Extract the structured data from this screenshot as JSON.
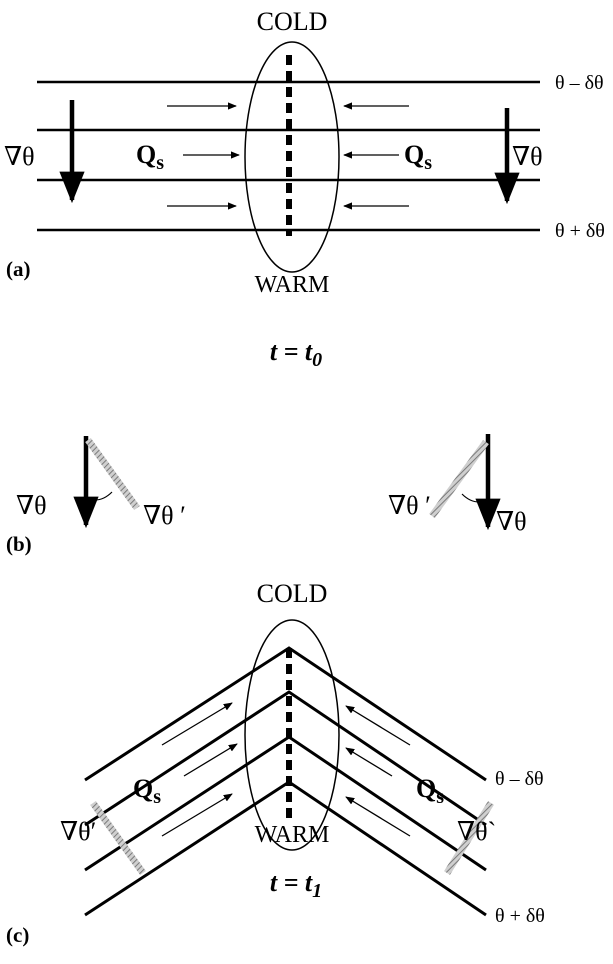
{
  "panels": {
    "a": {
      "label": "(a)",
      "top_label": "COLD",
      "bottom_label": "WARM",
      "upper_isentrope": "θ – δθ",
      "lower_isentrope": "θ + δθ",
      "gradient_left": "∇θ",
      "gradient_right": "∇θ",
      "q_left": "Q",
      "q_left_sub": "s",
      "q_right": "Q",
      "q_right_sub": "s",
      "time": "t = t",
      "time_sub": "0"
    },
    "b": {
      "label": "(b)",
      "grad_left": "∇θ",
      "grad_left_rotated": "∇θ ′",
      "grad_right_rotated": "∇θ ′",
      "grad_right": "∇θ"
    },
    "c": {
      "label": "(c)",
      "top_label": "COLD",
      "bottom_label": "WARM",
      "upper_isentrope": "θ – δθ",
      "lower_isentrope": "θ + δθ",
      "grad_left": "∇θ′",
      "grad_right": "∇θ`",
      "q_left": "Q",
      "q_left_sub": "s",
      "q_right": "Q",
      "q_right_sub": "s",
      "time": "t = t",
      "time_sub": "1"
    }
  },
  "colors": {
    "line": "#000000",
    "shade": "#9a9a9a"
  }
}
